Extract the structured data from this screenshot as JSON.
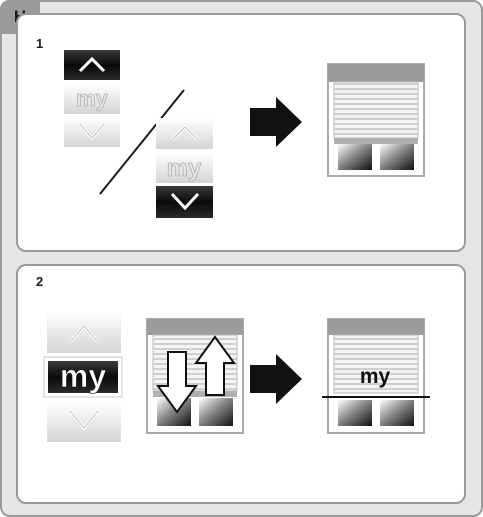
{
  "section_tab": "H",
  "steps": [
    {
      "number": "1",
      "remote_a": {
        "up": "pressed",
        "my": "dim",
        "down": "dim",
        "my_label": "my"
      },
      "remote_b": {
        "up": "dim",
        "my": "dim",
        "down": "pressed",
        "my_label": "my"
      },
      "result": "shutter-closed"
    },
    {
      "number": "2",
      "remote": {
        "up": "dim",
        "my": "pressed",
        "down": "dim",
        "my_label": "my"
      },
      "result": "shutter-my-position",
      "result_label": "my"
    }
  ],
  "colors": {
    "frame": "#9a9a9a",
    "background": "#e6e6e6",
    "panel": "#ffffff",
    "button_dark": "#111111",
    "button_dim": "#cfcfcf"
  }
}
